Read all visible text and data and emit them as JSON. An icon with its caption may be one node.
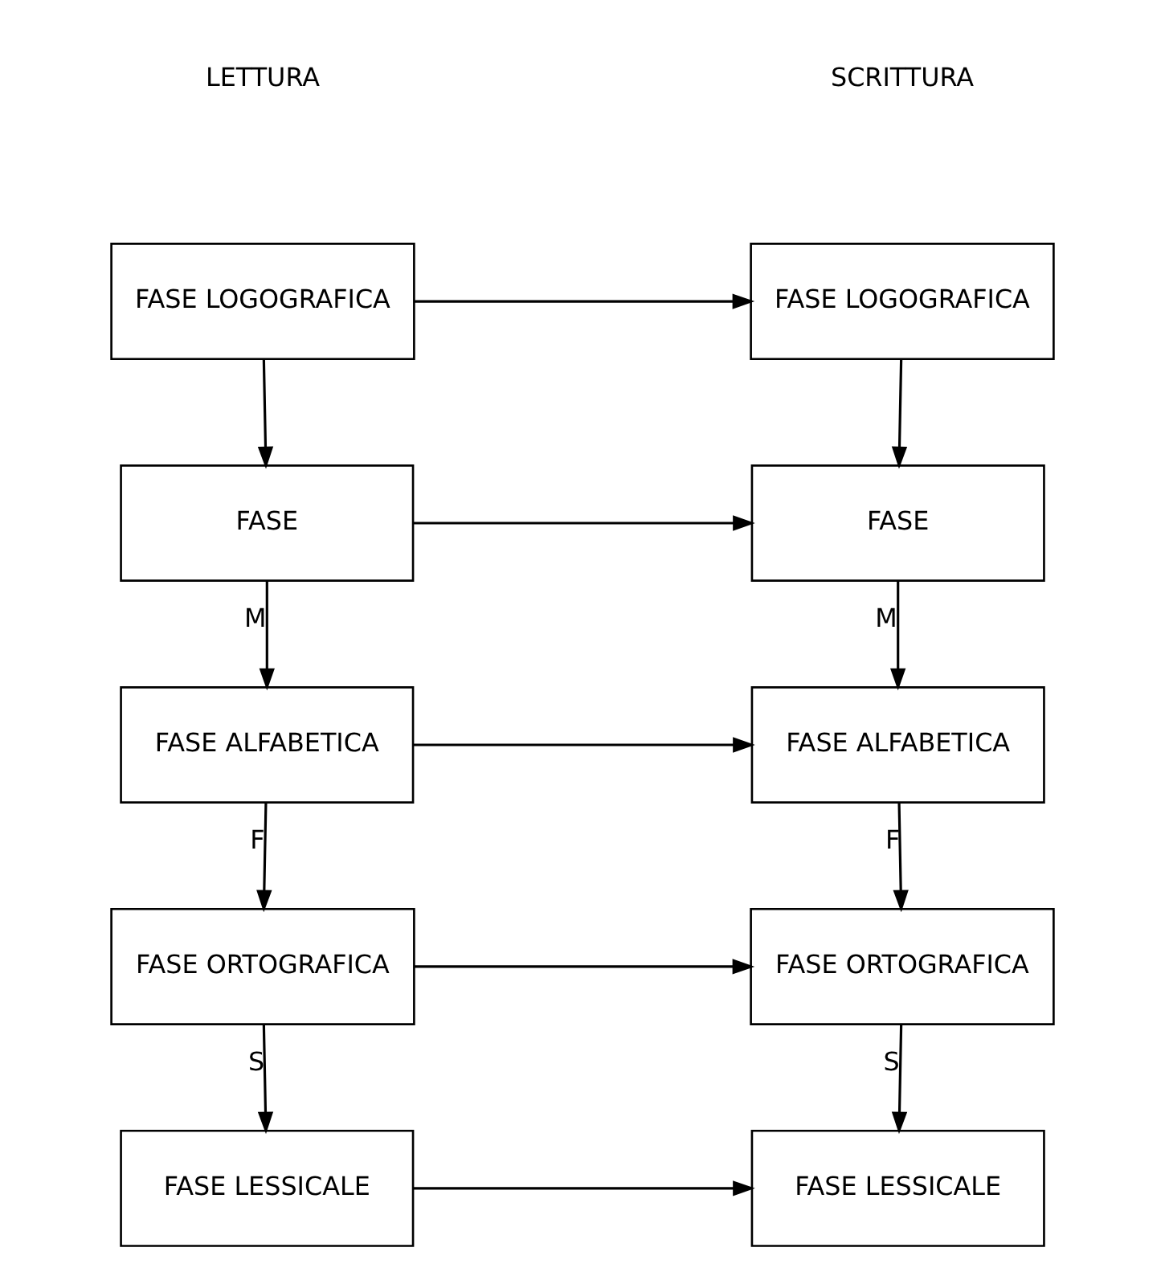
{
  "diagram": {
    "nodes": [
      {
        "text": [
          "FASE LOGOGRAFICA"
        ]
      },
      {
        "text": [
          "FASE LOGOGRAFICA"
        ]
      },
      {
        "text": [
          "FASE"
        ]
      },
      {
        "text": [
          "FASE"
        ]
      },
      {
        "text": [
          "FASE ALFABETICA"
        ]
      },
      {
        "text": [
          "FASE ALFABETICA"
        ]
      },
      {
        "text": [
          "FASE ORTOGRAFICA"
        ]
      },
      {
        "text": [
          "FASE ORTOGRAFICA"
        ]
      },
      {
        "text": [
          "FASE LESSICALE"
        ]
      },
      {
        "text": [
          "FASE LESSICALE"
        ]
      }
    ],
    "edges": [
      {
        "from": 0,
        "to": 1,
        "arrow": "to"
      },
      {
        "from": 0,
        "to": 2,
        "arrow": "to"
      },
      {
        "from": 1,
        "to": 3,
        "arrow": "to"
      },
      {
        "from": 2,
        "to": 3,
        "arrow": "to"
      },
      {
        "from": 2,
        "to": 4,
        "arrow": "to",
        "label": "M"
      },
      {
        "from": 3,
        "to": 5,
        "arrow": "to",
        "label": "M"
      },
      {
        "from": 4,
        "to": 5,
        "arrow": "to"
      },
      {
        "from": 4,
        "to": 6,
        "arrow": "to",
        "label": "F"
      },
      {
        "from": 5,
        "to": 7,
        "arrow": "to",
        "label": "F"
      },
      {
        "from": 6,
        "to": 7,
        "arrow": "to"
      },
      {
        "from": 6,
        "to": 8,
        "arrow": "to",
        "label": "S"
      },
      {
        "from": 7,
        "to": 9,
        "arrow": "to",
        "label": "S"
      },
      {
        "from": 8,
        "to": 9,
        "arrow": "to"
      }
    ],
    "labels": [
      "LETTURA",
      "SCRITTURA"
    ]
  }
}
